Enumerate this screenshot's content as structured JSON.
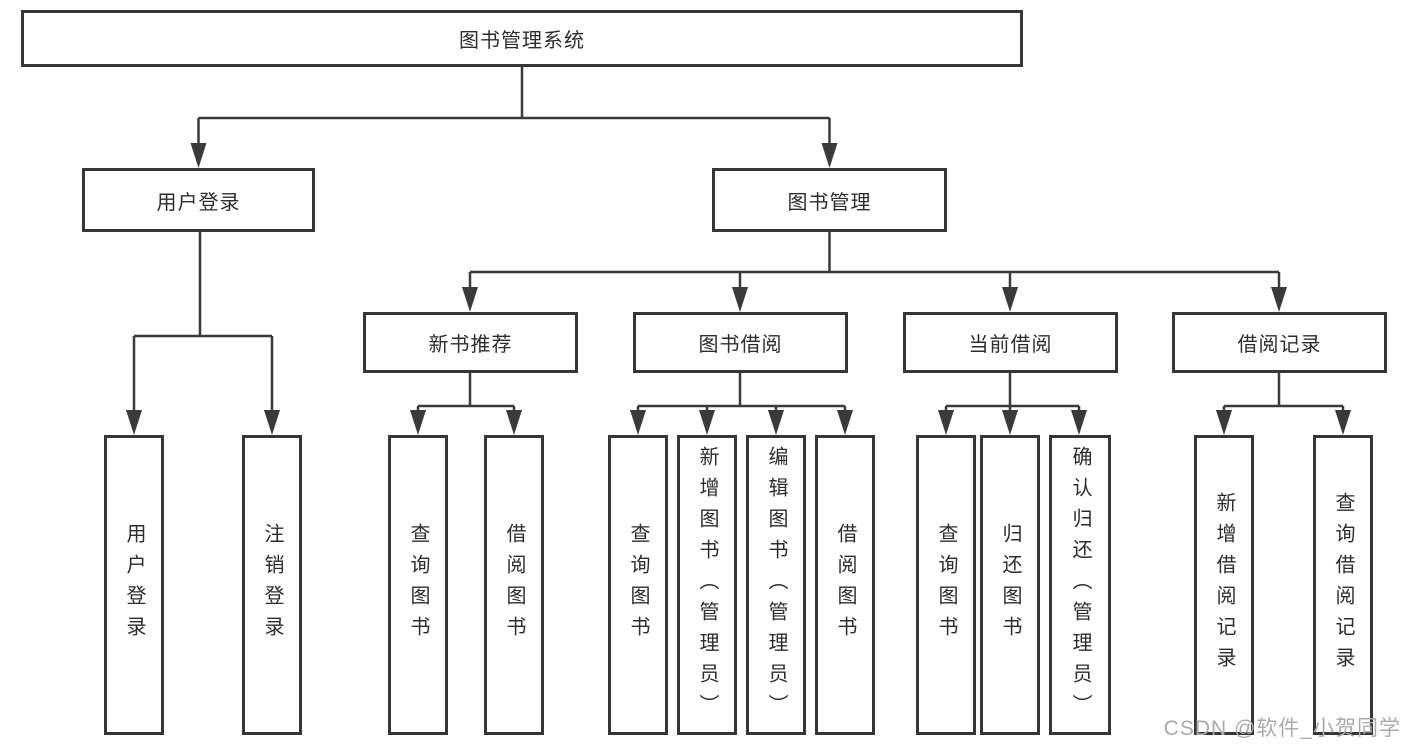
{
  "tree": {
    "root": "图书管理系统",
    "level2": [
      "用户登录",
      "图书管理"
    ],
    "level3": [
      "新书推荐",
      "图书借阅",
      "当前借阅",
      "借阅记录"
    ],
    "leaves": {
      "user_login": [
        "用户登录",
        "注销登录"
      ],
      "new_book": [
        "查询图书",
        "借阅图书"
      ],
      "book_borrow": [
        "查询图书",
        "新增图书（管理员）",
        "编辑图书（管理员）",
        "借阅图书"
      ],
      "current_borrow": [
        "查询图书",
        "归还图书",
        "确认归还（管理员）"
      ],
      "borrow_record": [
        "新增借阅记录",
        "查询借阅记录"
      ]
    }
  },
  "watermark": {
    "text": "CSDN @软件_小贺同学"
  },
  "colors": {
    "line": "#3a3a3a",
    "box_border": "#363636",
    "text": "#2d2d2d",
    "watermark": "#ababab",
    "background": "#ffffff"
  }
}
